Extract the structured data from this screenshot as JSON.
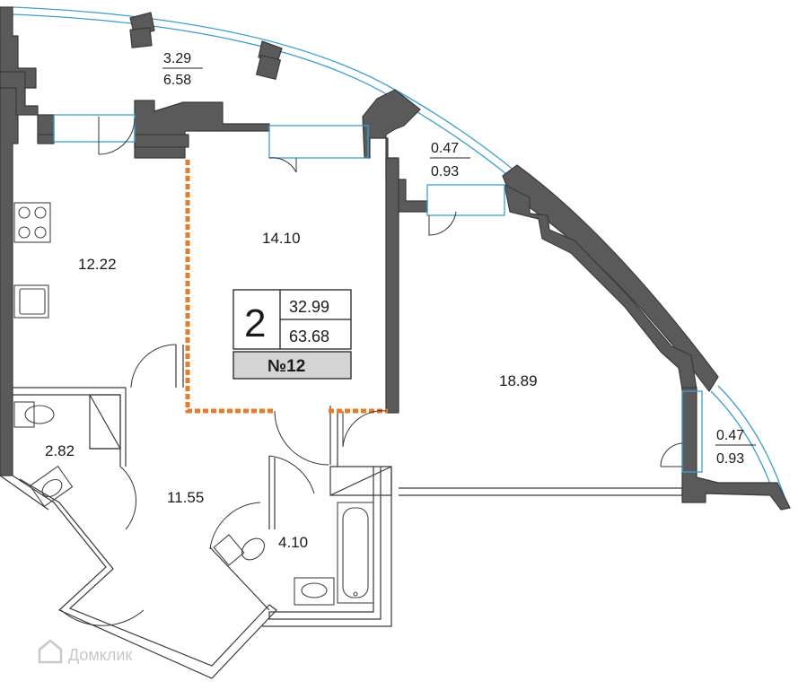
{
  "rooms": {
    "kitchen": "12.22",
    "room_center": "14.10",
    "room_right": "18.89",
    "hall": "11.55",
    "toilet": "2.82",
    "bathroom": "4.10"
  },
  "balconies": {
    "top": {
      "upper": "3.29",
      "lower": "6.58"
    },
    "middle": {
      "upper": "0.47",
      "lower": "0.93"
    },
    "right": {
      "upper": "0.47",
      "lower": "0.93"
    }
  },
  "legend": {
    "rooms_count": "2",
    "living_area": "32.99",
    "total_area": "63.68",
    "apartment_number": "№12"
  },
  "watermark": "Домклик",
  "colors": {
    "wall": "#5a5a5a",
    "window": "#3aa0d0",
    "partition": "#e87a2a"
  }
}
